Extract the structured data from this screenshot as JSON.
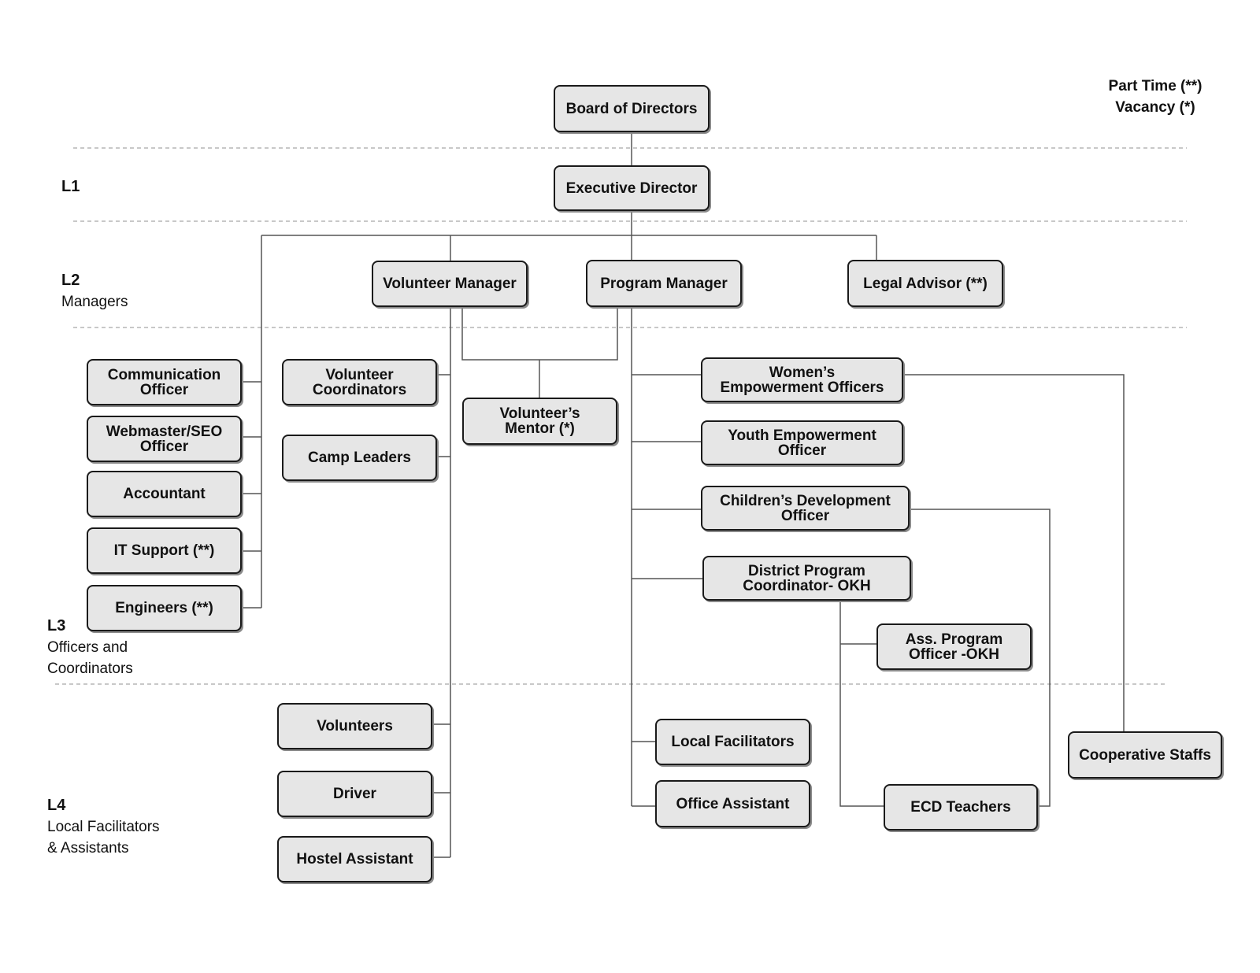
{
  "legend": {
    "part_time": "Part Time (**)",
    "vacancy": "Vacancy (*)"
  },
  "levels": {
    "l1": {
      "code": "L1",
      "desc": ""
    },
    "l2": {
      "code": "L2",
      "desc": "Managers"
    },
    "l3": {
      "code": "L3",
      "desc": "Officers and\nCoordinators"
    },
    "l4": {
      "code": "L4",
      "desc": "Local Facilitators\n& Assistants"
    }
  },
  "boxes": {
    "board": "Board of Directors",
    "executive": "Executive Director",
    "volunteer_manager": "Volunteer Manager",
    "program_manager": "Program Manager",
    "legal_advisor": "Legal Advisor (**)",
    "communication_officer": "Communication\nOfficer",
    "webmaster": "Webmaster/SEO\nOfficer",
    "accountant": "Accountant",
    "it_support": "IT Support (**)",
    "engineers": "Engineers (**)",
    "volunteer_coordinators": "Volunteer\nCoordinators",
    "camp_leaders": "Camp Leaders",
    "volunteers_mentor": "Volunteer’s\nMentor (*)",
    "womens_empowerment": "Women’s\nEmpowerment Officers",
    "youth_empowerment": "Youth Empowerment\nOfficer",
    "childrens_development": "Children’s Development\nOfficer",
    "district_program": "District Program\nCoordinator- OKH",
    "ass_program_officer": "Ass. Program\nOfficer -OKH",
    "volunteers": "Volunteers",
    "driver": "Driver",
    "hostel_assistant": "Hostel Assistant",
    "local_facilitators": "Local Facilitators",
    "office_assistant": "Office Assistant",
    "ecd_teachers": "ECD Teachers",
    "cooperative_staffs": "Cooperative Staffs"
  },
  "colors": {
    "box_fill": "#e6e6e6",
    "box_border": "#1a1a1a",
    "connector": "#555555",
    "divider": "#b5b5b5"
  }
}
